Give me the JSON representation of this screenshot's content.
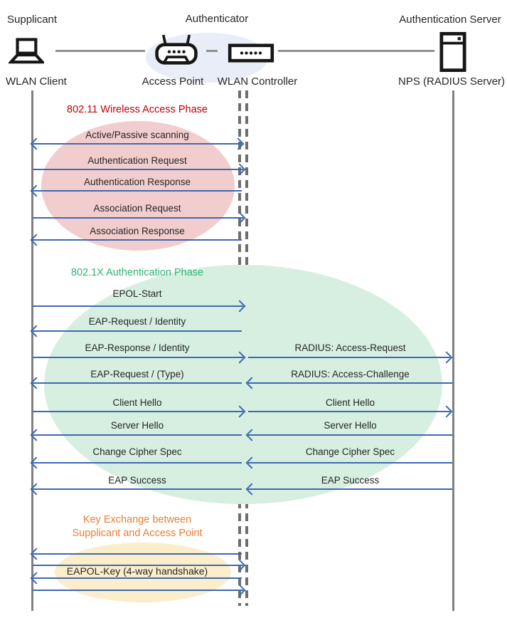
{
  "actors": {
    "supplicant": {
      "role": "Supplicant",
      "device": "WLAN Client"
    },
    "authenticator": {
      "role": "Authenticator",
      "device_ap": "Access Point",
      "device_wlc": "WLAN Controller"
    },
    "auth_server": {
      "role": "Authentication Server",
      "device": "NPS (RADIUS Server)"
    }
  },
  "colors": {
    "arrow_blue": "#3E68B2",
    "lifeline_gray": "#808080",
    "dashed_lifeline_gray": "#6E6E6E",
    "phase1_title": "#C00000",
    "phase1_ellipse": "#F2CDCD",
    "phase2_title": "#2FB573",
    "phase2_ellipse": "#D6EFE1",
    "phase3_title": "#ED7D31",
    "phase3_ellipse": "#FDEECB",
    "authenticator_ellipse": "#E9EDF7"
  },
  "phases": [
    {
      "title": "802.11 Wireless Access Phase",
      "messages": [
        {
          "label": "Active/Passive scanning",
          "direction": "both"
        },
        {
          "label": "Authentication Request",
          "direction": "right"
        },
        {
          "label": "Authentication Response",
          "direction": "left"
        },
        {
          "label": "Association Request",
          "direction": "right"
        },
        {
          "label": "Association Response",
          "direction": "left"
        }
      ]
    },
    {
      "title": "802.1X Authentication Phase",
      "rows": [
        {
          "left": {
            "label": "EPOL-Start",
            "direction": "right"
          }
        },
        {
          "left": {
            "label": "EAP-Request / Identity",
            "direction": "left"
          }
        },
        {
          "left": {
            "label": "EAP-Response / Identity",
            "direction": "right"
          },
          "right": {
            "label": "RADIUS: Access-Request",
            "direction": "right"
          }
        },
        {
          "left": {
            "label": "EAP-Request / (Type)",
            "direction": "left"
          },
          "right": {
            "label": "RADIUS: Access-Challenge",
            "direction": "left"
          }
        },
        {
          "left": {
            "label": "Client Hello",
            "direction": "right"
          },
          "right": {
            "label": "Client Hello",
            "direction": "right"
          }
        },
        {
          "left": {
            "label": "Server Hello",
            "direction": "left"
          },
          "right": {
            "label": "Server Hello",
            "direction": "left"
          }
        },
        {
          "left": {
            "label": "Change Cipher Spec",
            "direction": "left"
          },
          "right": {
            "label": "Change Cipher Spec",
            "direction": "left"
          }
        },
        {
          "left": {
            "label": "EAP Success",
            "direction": "left"
          },
          "right": {
            "label": "EAP Success",
            "direction": "left"
          }
        }
      ]
    },
    {
      "title_line1": "Key Exchange between",
      "title_line2": "Supplicant and Access Point",
      "label": "EAPOL-Key (4-way handshake)",
      "arrow_directions": [
        "left",
        "right",
        "left",
        "right"
      ]
    }
  ]
}
